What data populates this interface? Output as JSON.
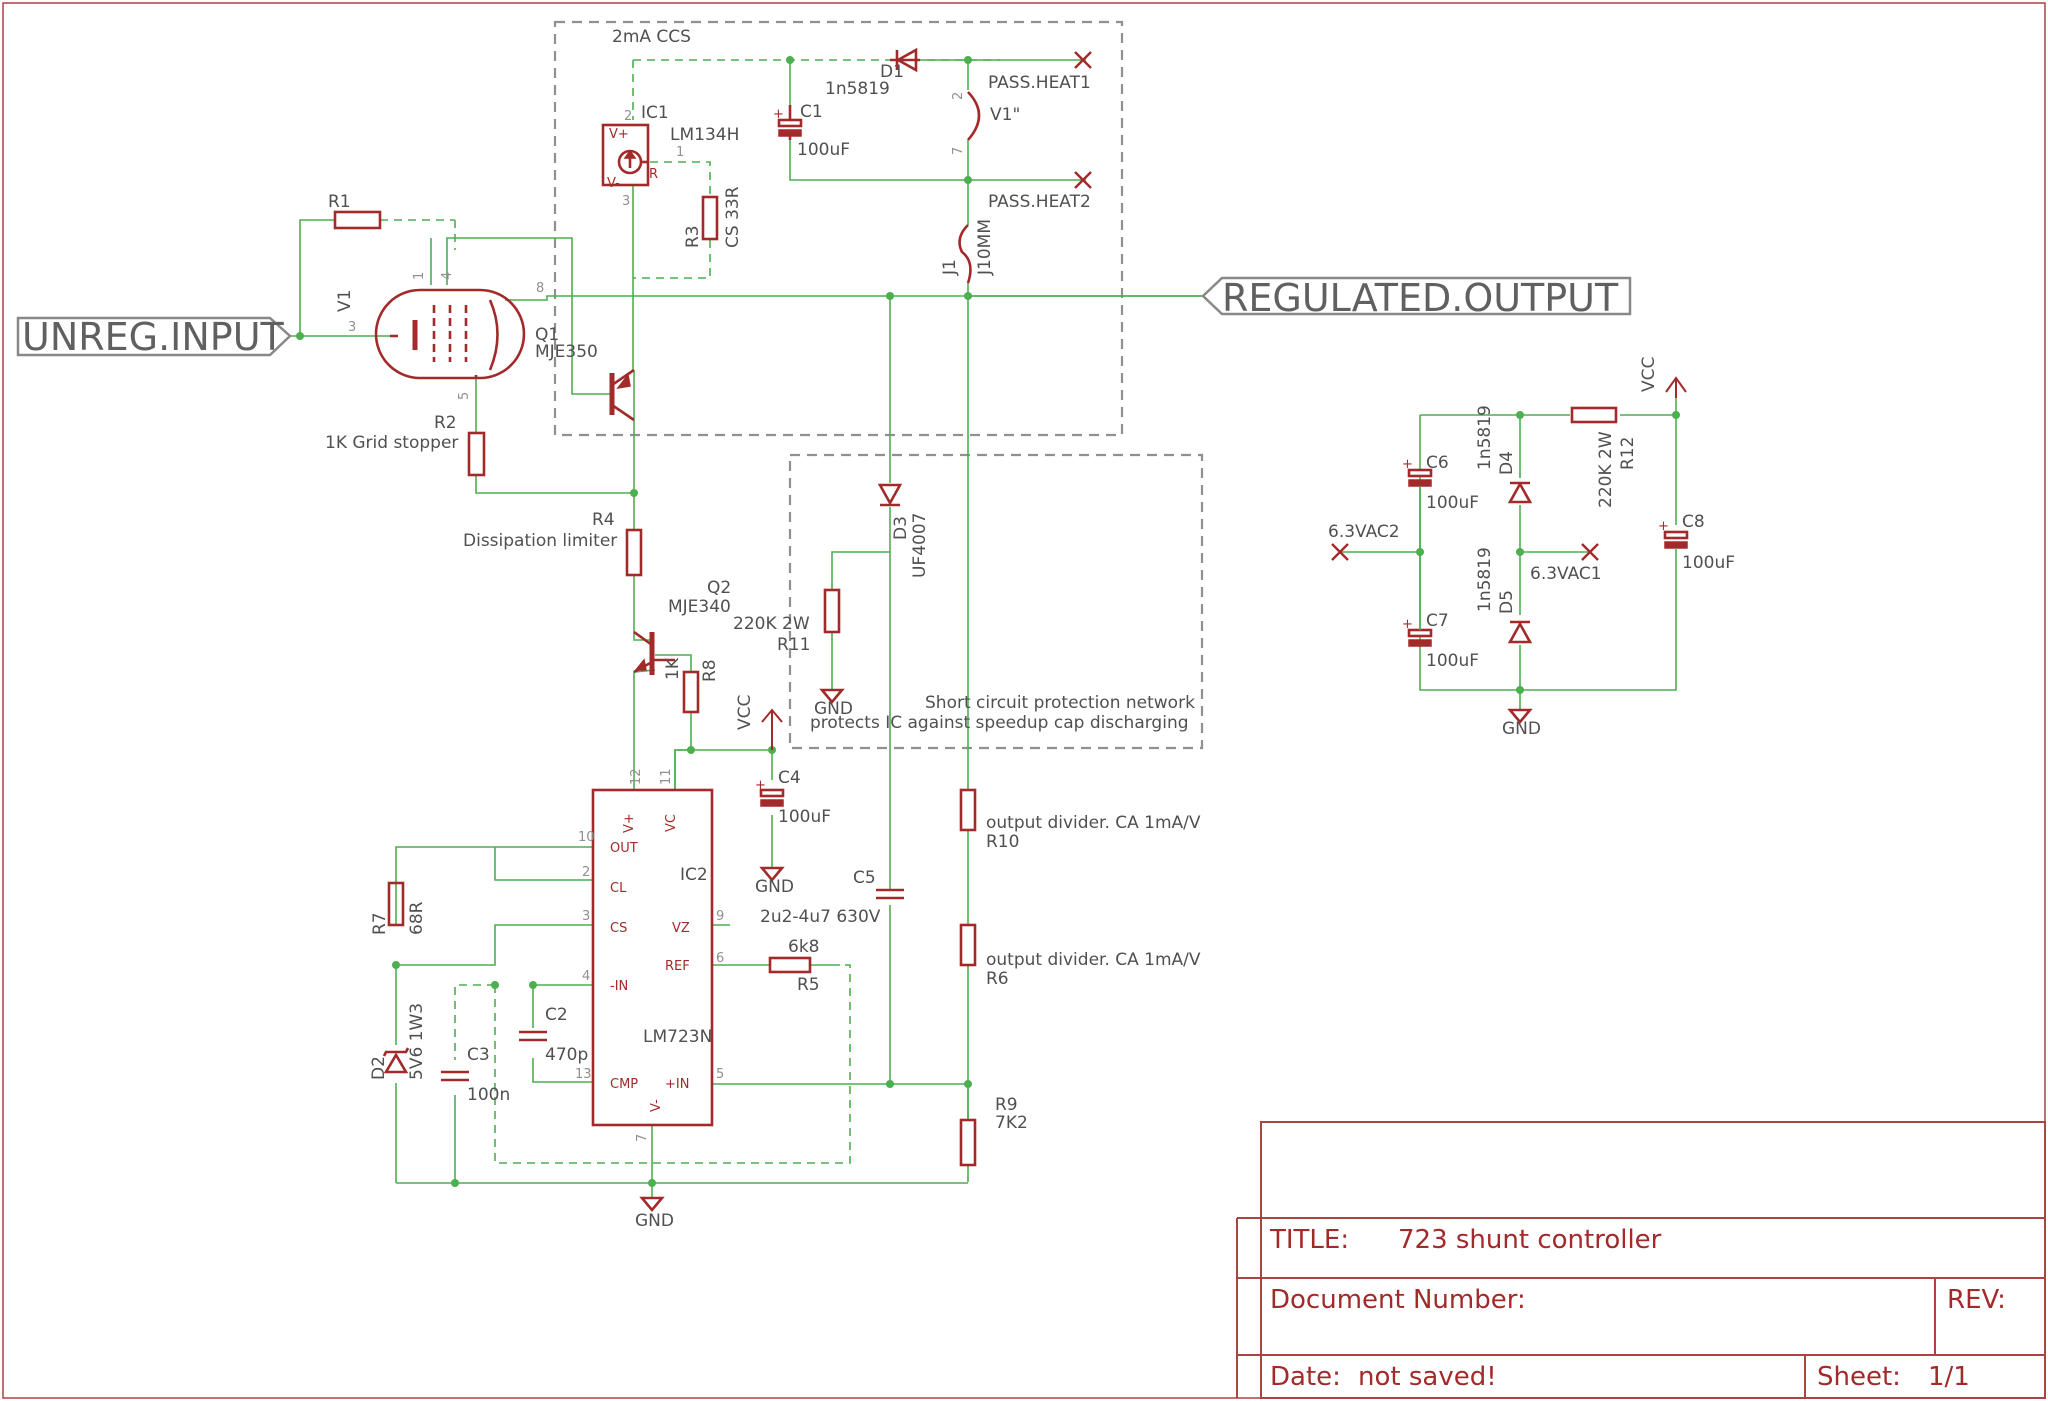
{
  "schematic": {
    "ports": {
      "unreg_input": "UNREG.INPUT",
      "regulated_output": "REGULATED.OUTPUT",
      "pass_heat1": "PASS.HEAT1",
      "pass_heat2": "PASS.HEAT2",
      "vac1": "6.3VAC1",
      "vac2": "6.3VAC2"
    },
    "groups": {
      "ccs": "2mA CCS",
      "protection_1": "Short circuit protection network",
      "protection_2": "protects IC against speedup cap discharging"
    },
    "parts": {
      "r1": "R1",
      "v1": "V1",
      "q1": "Q1",
      "q1_val": "MJE350",
      "r2": "R2",
      "r2_val": "1K Grid stopper",
      "ic1": "IC1",
      "ic1_val": "LM134H",
      "r3": "R3",
      "r3_val": "CS 33R",
      "c1": "C1",
      "c1_val": "100uF",
      "d1": "D1",
      "d1_val": "1n5819",
      "heater": "V1\"",
      "j1": "J1",
      "j1_val": "J10MM",
      "r4": "R4",
      "r4_val": "Dissipation limiter",
      "q2": "Q2",
      "q2_val": "MJE340",
      "r8": "R8",
      "r8_val": "1K",
      "d3": "D3",
      "d3_val": "UF4007",
      "r11": "R11",
      "r11_val": "220K 2W",
      "c4": "C4",
      "c4_val": "100uF",
      "ic2": "IC2",
      "ic2_val": "LM723N",
      "c5": "C5",
      "c5_val": "2u2-4u7 630V",
      "r5": "R5",
      "r5_val": "6k8",
      "r7": "R7",
      "r7_val": "68R",
      "d2": "D2",
      "d2_val": "5V6 1W3",
      "c3": "C3",
      "c3_val": "100n",
      "c2": "C2",
      "c2_val": "470p",
      "r10": "R10",
      "r10_val": "output divider. CA 1mA/V",
      "r6": "R6",
      "r6_val": "output divider. CA 1mA/V",
      "r9": "R9",
      "r9_val": "7K2",
      "c6": "C6",
      "c6_val": "100uF",
      "c7": "C7",
      "c7_val": "100uF",
      "c8": "C8",
      "c8_val": "100uF",
      "d4": "D4",
      "d4_val": "1n5819",
      "d5": "D5",
      "d5_val": "1n5819",
      "r12": "R12",
      "r12_val": "220K 2W"
    },
    "ic2_pins": {
      "vplus": "V+",
      "vc": "VC",
      "out": "OUT",
      "cl": "CL",
      "cs": "CS",
      "vz": "VZ",
      "ref": "REF",
      "minus_in": "-IN",
      "cmp": "CMP",
      "plus_in": "+IN",
      "vminus": "V-"
    },
    "ic1_pins": {
      "vplus": "V+",
      "vminus": "V-",
      "r": "R"
    },
    "pin_numbers": {
      "p1": "1",
      "p2": "2",
      "p3": "3",
      "p4": "4",
      "p5": "5",
      "p6": "6",
      "p7": "7",
      "p8": "8",
      "p9": "9",
      "p10": "10",
      "p11": "11",
      "p12": "12",
      "p13": "13"
    },
    "supply": {
      "gnd": "GND",
      "vcc": "VCC"
    }
  },
  "title_block": {
    "title_label": "TITLE:",
    "title": "723 shunt controller",
    "docnum_label": "Document Number:",
    "rev_label": "REV:",
    "date_label": "Date:",
    "date": "not saved!",
    "sheet_label": "Sheet:",
    "sheet": "1/1"
  }
}
